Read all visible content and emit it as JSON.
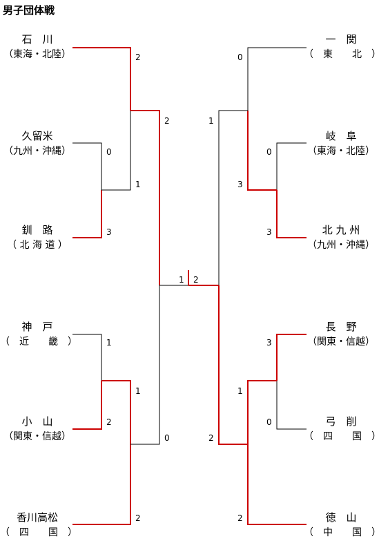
{
  "title": "男子団体戦",
  "colors": {
    "line": "#000000",
    "win": "#cc0000"
  },
  "left": [
    {
      "name": "石　川",
      "region": "（東海・北陸）"
    },
    {
      "name": "久留米",
      "region": "（九州・沖縄）"
    },
    {
      "name": "釧　路",
      "region": "（ 北 海 道 ）"
    },
    {
      "name": "神　戸",
      "region": "（　近　　畿　）"
    },
    {
      "name": "小　山",
      "region": "（関東・信越）"
    },
    {
      "name": "香川高松",
      "region": "（　四　　国　）"
    }
  ],
  "right": [
    {
      "name": "一　関",
      "region": "（　東　　北　）"
    },
    {
      "name": "岐　阜",
      "region": "（東海・北陸）"
    },
    {
      "name": "北 九 州",
      "region": "（九州・沖縄）"
    },
    {
      "name": "長　野",
      "region": "（関東・信越）"
    },
    {
      "name": "弓　削",
      "region": "（　四　　国　）"
    },
    {
      "name": "徳　山",
      "region": "（　中　　国　）"
    }
  ],
  "scores": {
    "left": {
      "r1_top": "0",
      "r1_bottom": "3",
      "r2_top_upper": "2",
      "r2_top_lower": "1",
      "r1b_top": "1",
      "r1b_bottom": "2",
      "r2_bot_upper": "1",
      "r2_bot_lower": "2",
      "sf_upper": "2",
      "sf_lower": "0"
    },
    "right": {
      "r1_top": "0",
      "r1_bottom": "3",
      "r2_top_upper": "0",
      "r2_top_lower": "3",
      "r1b_top": "3",
      "r1b_bottom": "0",
      "r2_bot_upper": "1",
      "r2_bot_lower": "2",
      "sf_upper": "1",
      "sf_lower": "2"
    },
    "final_left": "1",
    "final_right": "2"
  }
}
